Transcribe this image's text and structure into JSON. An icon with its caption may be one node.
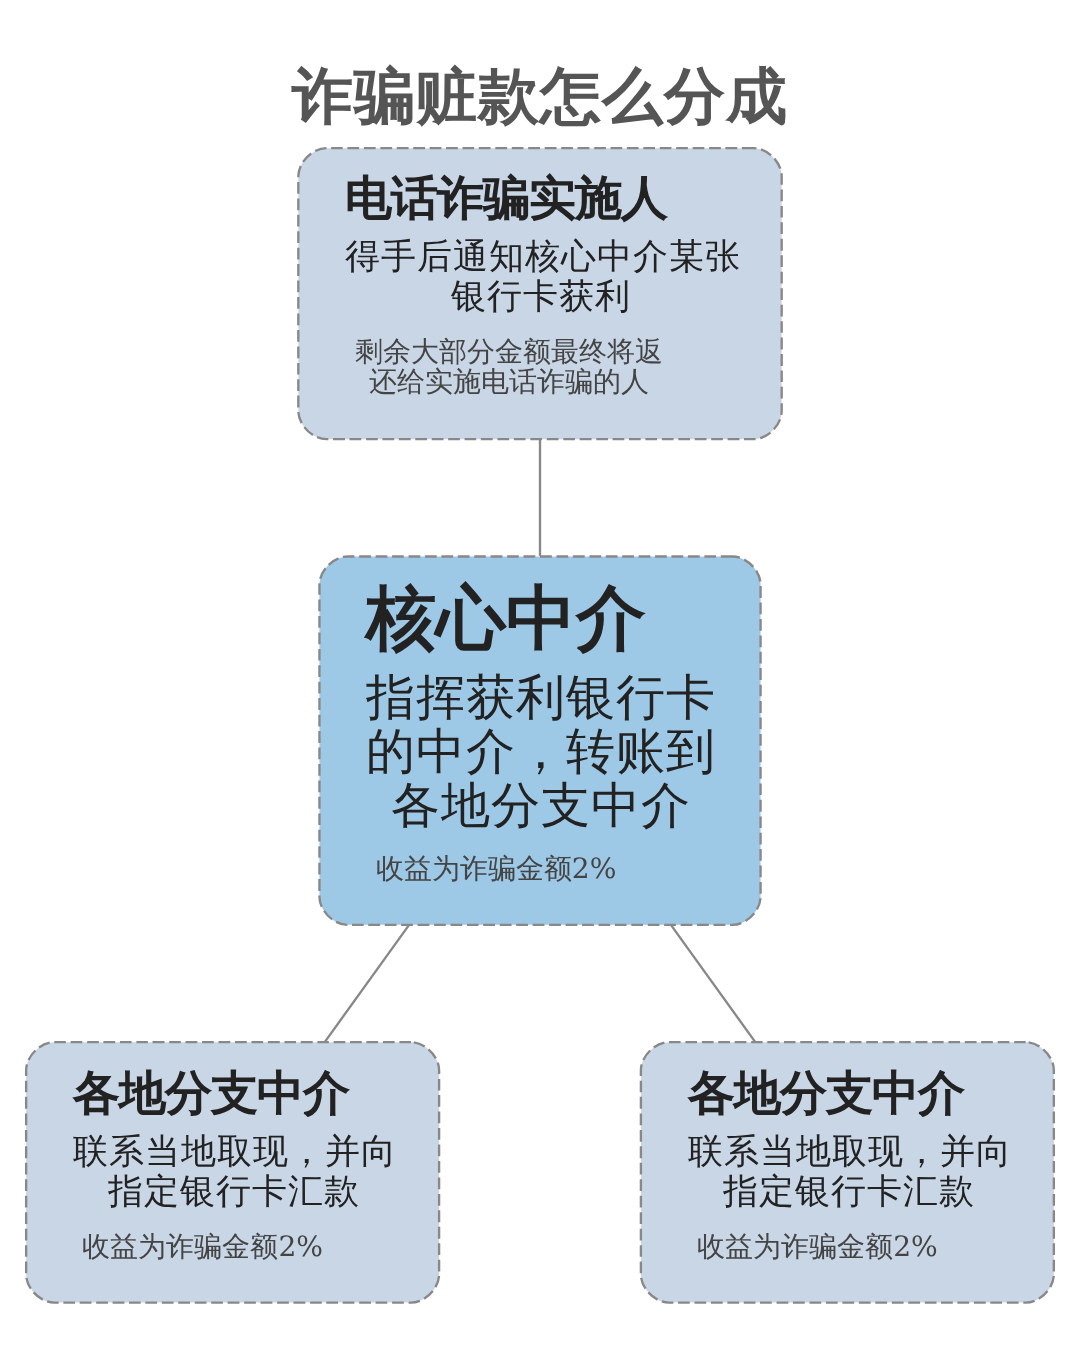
{
  "diagram": {
    "title": "诈骗赃款怎么分成",
    "nodes": [
      {
        "text": [
          "电话诈骗实施人",
          "得手后通知核心中介某张银行卡获利",
          "剩余大部分金额最终将返还给实施电话诈骗的人"
        ]
      },
      {
        "text": [
          "核心中介",
          "指挥获利银行卡的中介，转账到各地分支中介",
          "收益为诈骗金额2%"
        ]
      },
      {
        "text": [
          "各地分支中介",
          "联系当地取现，并向指定银行卡汇款",
          "收益为诈骗金额2%"
        ]
      },
      {
        "text": [
          "各地分支中介",
          "联系当地取现，并向指定银行卡汇款",
          "收益为诈骗金额2%"
        ]
      }
    ],
    "edges": [
      {
        "from": 0,
        "to": 1,
        "arrow": "none"
      },
      {
        "from": 1,
        "to": 2,
        "arrow": "none"
      },
      {
        "from": 1,
        "to": 3,
        "arrow": "none"
      }
    ]
  }
}
